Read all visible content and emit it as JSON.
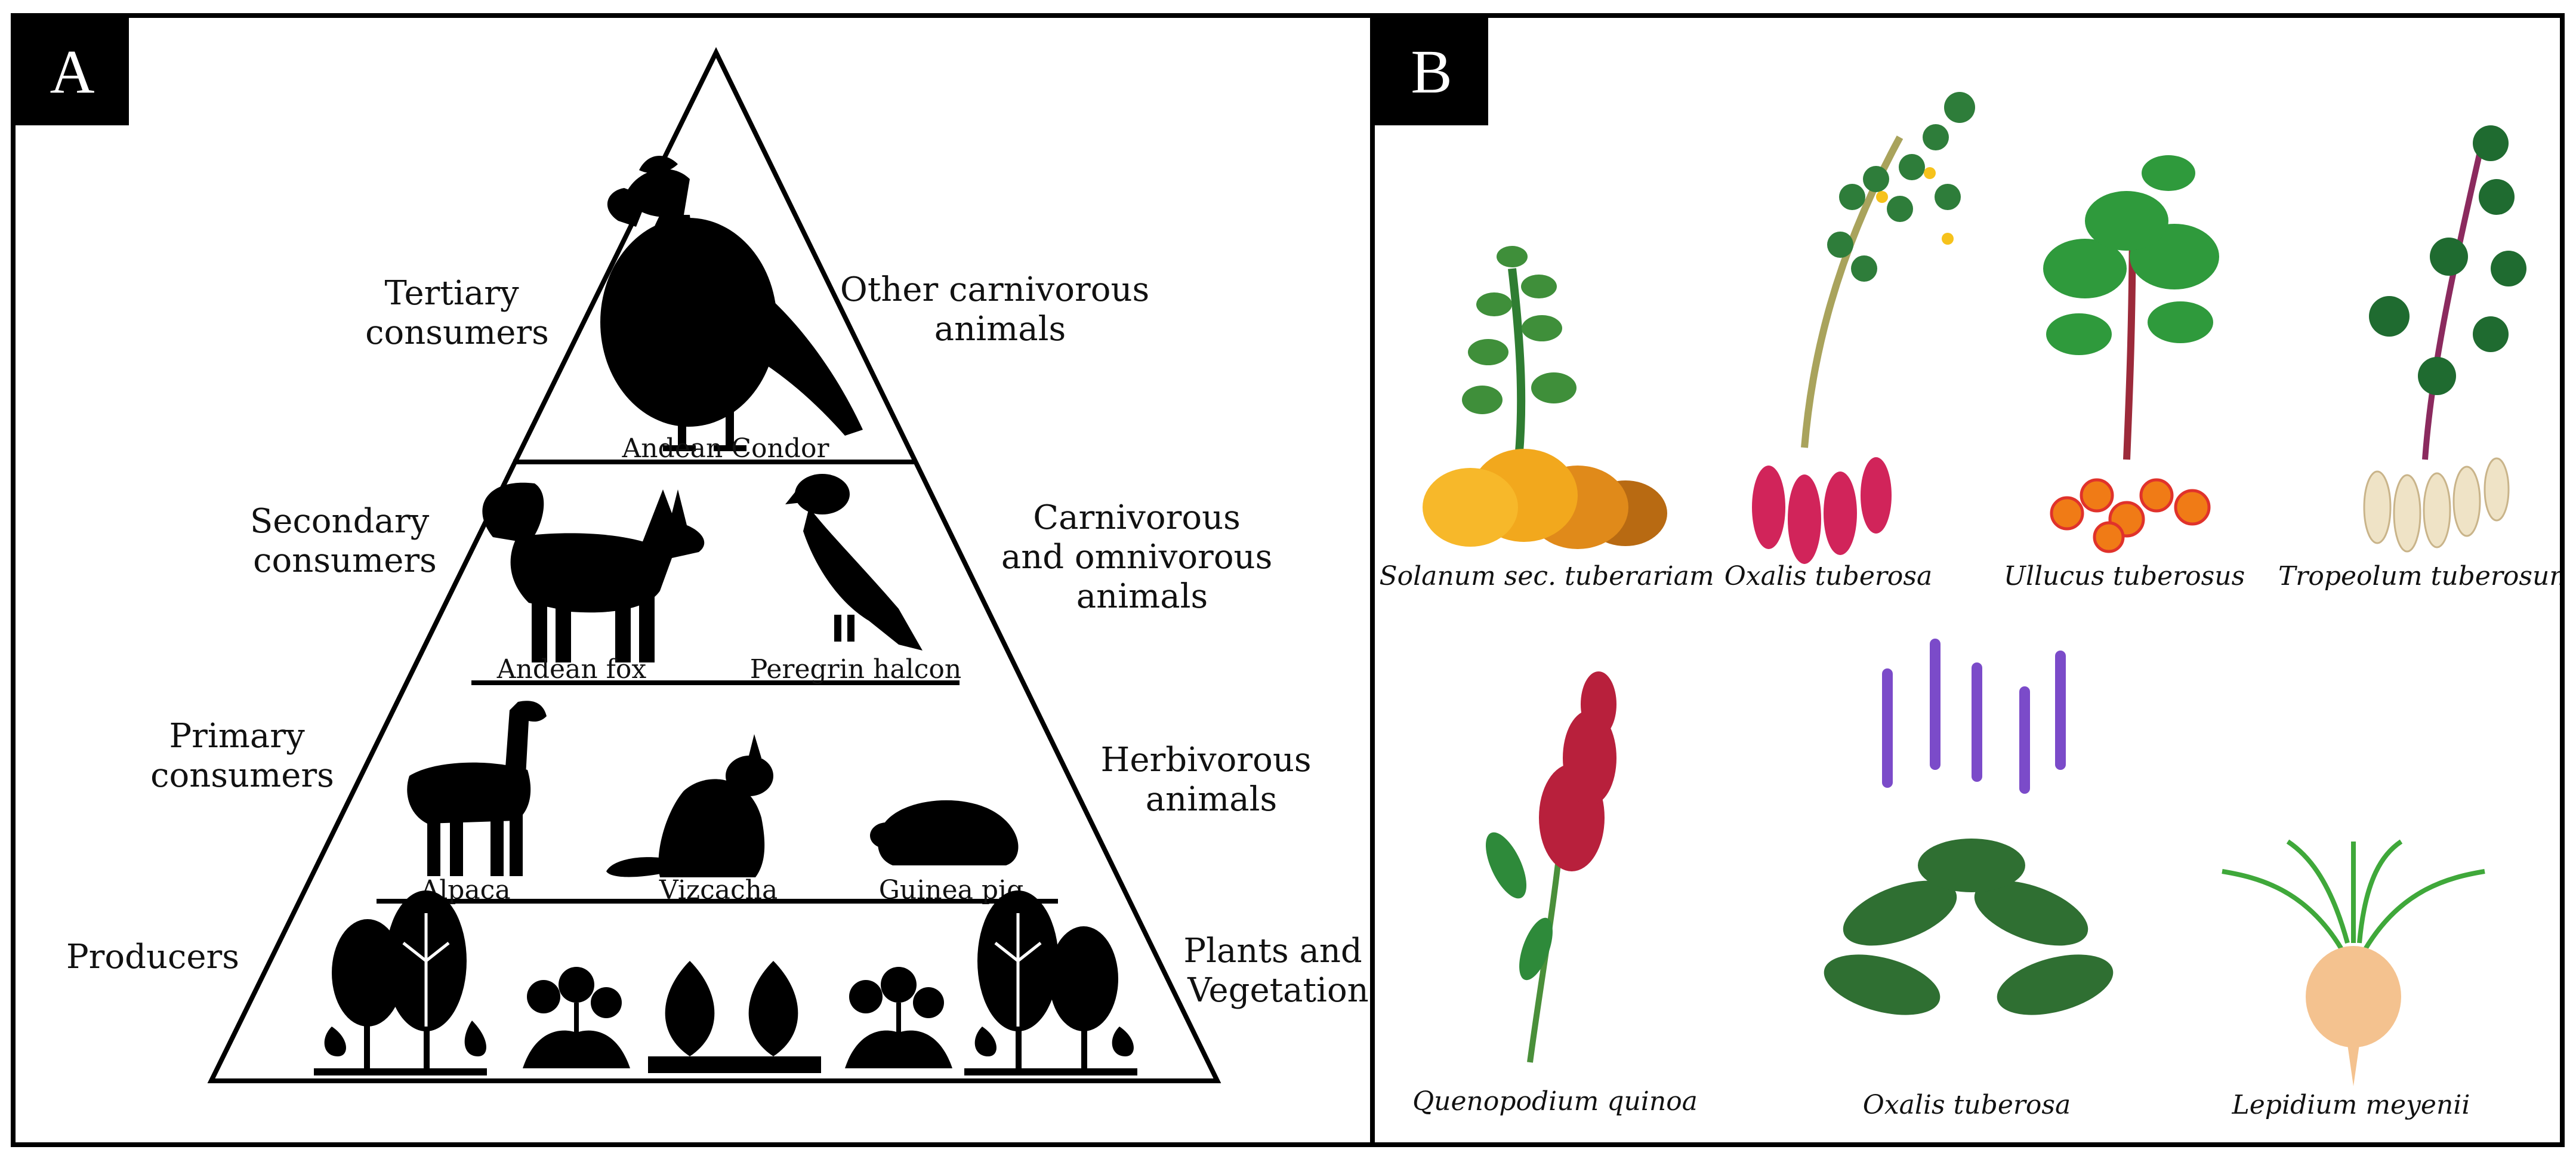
{
  "panelA": {
    "badge": "A",
    "levels": [
      {
        "left": [
          "Tertiary",
          "consumers"
        ],
        "right": [
          "Other carnivorous",
          "animals"
        ]
      },
      {
        "left": [
          "Secondary",
          "consumers"
        ],
        "right": [
          "Carnivorous",
          "and  omnivorous",
          "animals"
        ]
      },
      {
        "left": [
          "Primary",
          "consumers"
        ],
        "right": [
          "Herbivorous",
          "animals"
        ]
      },
      {
        "left": [
          "Producers"
        ],
        "right": [
          "Plants and",
          "Vegetation"
        ]
      }
    ],
    "species": {
      "condor": "Andean Condor",
      "fox": "Andean fox",
      "falcon": "Peregrin halcon",
      "alpaca": "Alpaca",
      "vizcacha": "Vizcacha",
      "guinea_pig": "Guinea pig"
    }
  },
  "panelB": {
    "badge": "B",
    "plants": [
      "Solanum sec. tuberariam",
      "Oxalis tuberosa",
      "Ullucus tuberosus",
      "Tropeolum tuberosum",
      "Quenopodium quinoa",
      "Oxalis tuberosa",
      "Lepidium meyenii"
    ]
  },
  "colors": {
    "leaf_green": "#3f8f3a",
    "potato_yellow": "#f2a81d",
    "oca_pink": "#d1245a",
    "ulluco_orange": "#f07b16",
    "mashua_cream": "#efe3c6",
    "quinoa_red": "#b8203c",
    "flower_purple": "#7b4bc9",
    "maca_tan": "#f4c28f"
  }
}
